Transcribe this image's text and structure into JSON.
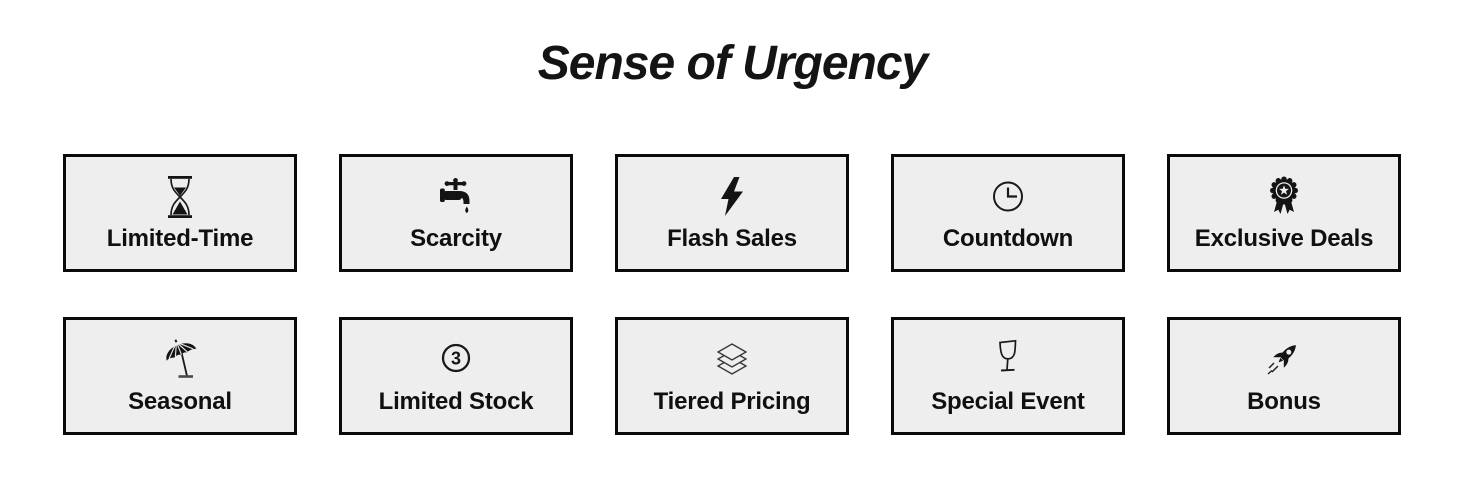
{
  "title": "Sense of Urgency",
  "cards": [
    {
      "label": "Limited-Time",
      "icon": "hourglass-icon"
    },
    {
      "label": "Scarcity",
      "icon": "faucet-drip-icon"
    },
    {
      "label": "Flash Sales",
      "icon": "lightning-bolt-icon"
    },
    {
      "label": "Countdown",
      "icon": "clock-icon"
    },
    {
      "label": "Exclusive Deals",
      "icon": "award-badge-icon"
    },
    {
      "label": "Seasonal",
      "icon": "beach-umbrella-icon"
    },
    {
      "label": "Limited Stock",
      "icon": "number-3-circle-icon",
      "badge_value": "3"
    },
    {
      "label": "Tiered Pricing",
      "icon": "layers-icon"
    },
    {
      "label": "Special Event",
      "icon": "wine-glass-icon"
    },
    {
      "label": "Bonus",
      "icon": "rocket-icon"
    }
  ],
  "colors": {
    "page_bg": "#ffffff",
    "card_bg": "#eeeeee",
    "card_border": "#0a0a0a",
    "text": "#111111"
  }
}
